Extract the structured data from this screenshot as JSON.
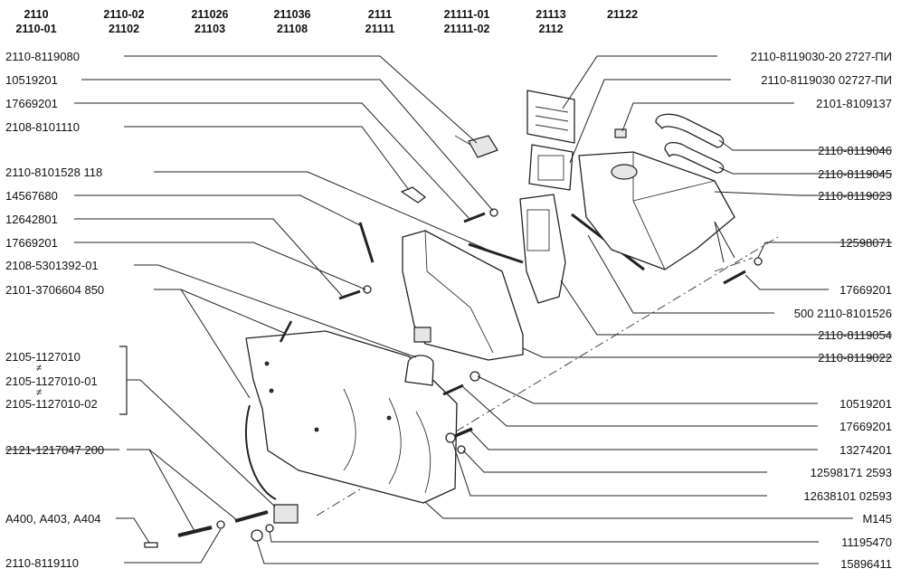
{
  "header_models": [
    {
      "top": "2110",
      "bottom": "2110-01"
    },
    {
      "top": "2110-02",
      "bottom": "21102"
    },
    {
      "top": "211026",
      "bottom": "21103"
    },
    {
      "top": "211036",
      "bottom": "21108"
    },
    {
      "top": "2111",
      "bottom": "21111"
    },
    {
      "top": "21111-01",
      "bottom": "21111-02"
    },
    {
      "top": "21113",
      "bottom": "2112"
    },
    {
      "top": "21122",
      "bottom": ""
    }
  ],
  "left_labels": [
    "2110-8119080",
    "10519201",
    "17669201",
    "2108-8101110",
    "2110-8101528 118",
    "14567680",
    "12642801",
    "17669201",
    "2108-5301392-01",
    "2101-3706604 850"
  ],
  "bracket_group": [
    "2105-1127010",
    "2105-1127010-01",
    "2105-1127010-02"
  ],
  "bracket_mark": "≠",
  "bottom_left_labels": [
    "2121-1217047 200",
    "А400, А403, А404",
    "2110-8119110"
  ],
  "right_labels": [
    "2110-8119030-20 2727-ПИ",
    "2110-8119030 02727-ПИ",
    "2101-8109137",
    "2110-8119046",
    "2110-8119045",
    "2110-8119023",
    "12598071",
    "17669201",
    "500 2110-8101526",
    "2110-8119054",
    "2110-8119022",
    "10519201",
    "17669201",
    "13274201",
    "12598171 2593",
    "12638101 02593",
    "М145",
    "11195470",
    "15896411"
  ]
}
